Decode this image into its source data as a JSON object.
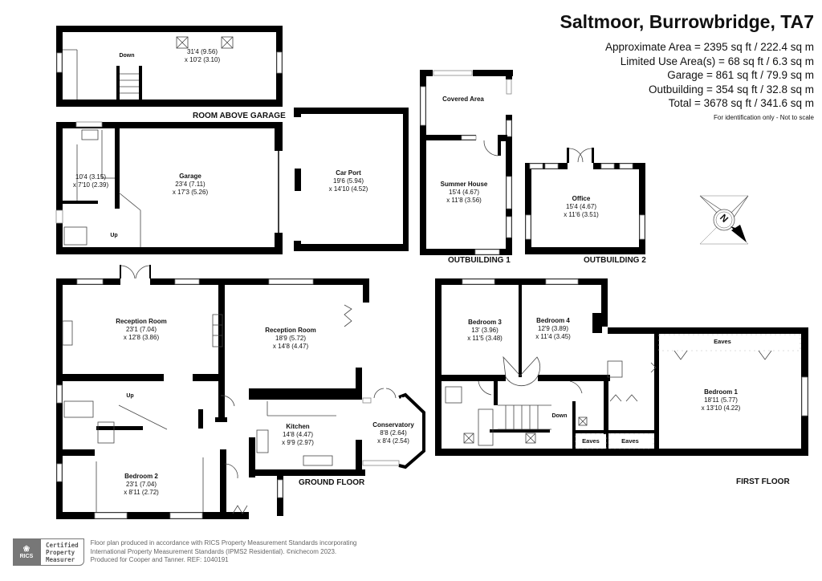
{
  "header": {
    "title": "Saltmoor, Burrowbridge, TA7",
    "areas": [
      "Approximate Area = 2395 sq ft / 222.4 sq m",
      "Limited Use Area(s) = 68 sq ft / 6.3 sq m",
      "Garage = 861 sq ft / 79.9 sq m",
      "Outbuilding = 354 sq ft / 32.8 sq m",
      "Total = 3678 sq ft / 341.6 sq m"
    ],
    "note": "For identification only - Not to scale"
  },
  "floors": {
    "room_above_garage": "ROOM ABOVE GARAGE",
    "outbuilding_1": "OUTBUILDING 1",
    "outbuilding_2": "OUTBUILDING 2",
    "ground_floor": "GROUND FLOOR",
    "first_floor": "FIRST FLOOR"
  },
  "rooms": {
    "above_garage": {
      "name": "",
      "dim1": "31'4 (9.56)",
      "dim2": "x 10'2 (3.10)"
    },
    "utility": {
      "name": "",
      "dim1": "10'4 (3.15)",
      "dim2": "x 7'10 (2.39)"
    },
    "garage": {
      "name": "Garage",
      "dim1": "23'4 (7.11)",
      "dim2": "x 17'3 (5.26)"
    },
    "carport": {
      "name": "Car Port",
      "dim1": "19'6 (5.94)",
      "dim2": "x 14'10 (4.52)"
    },
    "covered_area": {
      "name": "Covered Area"
    },
    "summer_house": {
      "name": "Summer House",
      "dim1": "15'4 (4.67)",
      "dim2": "x 11'8 (3.56)"
    },
    "office": {
      "name": "Office",
      "dim1": "15'4 (4.67)",
      "dim2": "x 11'6 (3.51)"
    },
    "reception_1": {
      "name": "Reception Room",
      "dim1": "23'1 (7.04)",
      "dim2": "x 12'8 (3.86)"
    },
    "reception_2": {
      "name": "Reception Room",
      "dim1": "18'9 (5.72)",
      "dim2": "x 14'8 (4.47)"
    },
    "kitchen": {
      "name": "Kitchen",
      "dim1": "14'8 (4.47)",
      "dim2": "x 9'9 (2.97)"
    },
    "conservatory": {
      "name": "Conservatory",
      "dim1": "8'8 (2.64)",
      "dim2": "x 8'4 (2.54)"
    },
    "bedroom_2": {
      "name": "Bedroom 2",
      "dim1": "23'1 (7.04)",
      "dim2": "x 8'11 (2.72)"
    },
    "bedroom_3": {
      "name": "Bedroom 3",
      "dim1": "13' (3.96)",
      "dim2": "x 11'5 (3.48)"
    },
    "bedroom_4": {
      "name": "Bedroom 4",
      "dim1": "12'9 (3.89)",
      "dim2": "x 11'4 (3.45)"
    },
    "bedroom_1": {
      "name": "Bedroom 1",
      "dim1": "18'11 (5.77)",
      "dim2": "x 13'10 (4.22)"
    }
  },
  "stair_labels": {
    "above_garage_down": "Down",
    "garage_up": "Up",
    "ground_up": "Up",
    "first_down": "Down"
  },
  "eaves_labels": [
    "Eaves",
    "Eaves",
    "Eaves"
  ],
  "compass": {
    "label": "N"
  },
  "footer": {
    "rics_label": "RICS",
    "cert_lines": [
      "Certified",
      "Property",
      "Measurer"
    ],
    "text_lines": [
      "Floor plan produced in accordance with RICS Property Measurement Standards incorporating",
      "International Property Measurement Standards (IPMS2 Residential).  ©nichecom 2023.",
      "Produced for Cooper and Tanner.   REF: 1040191"
    ]
  }
}
